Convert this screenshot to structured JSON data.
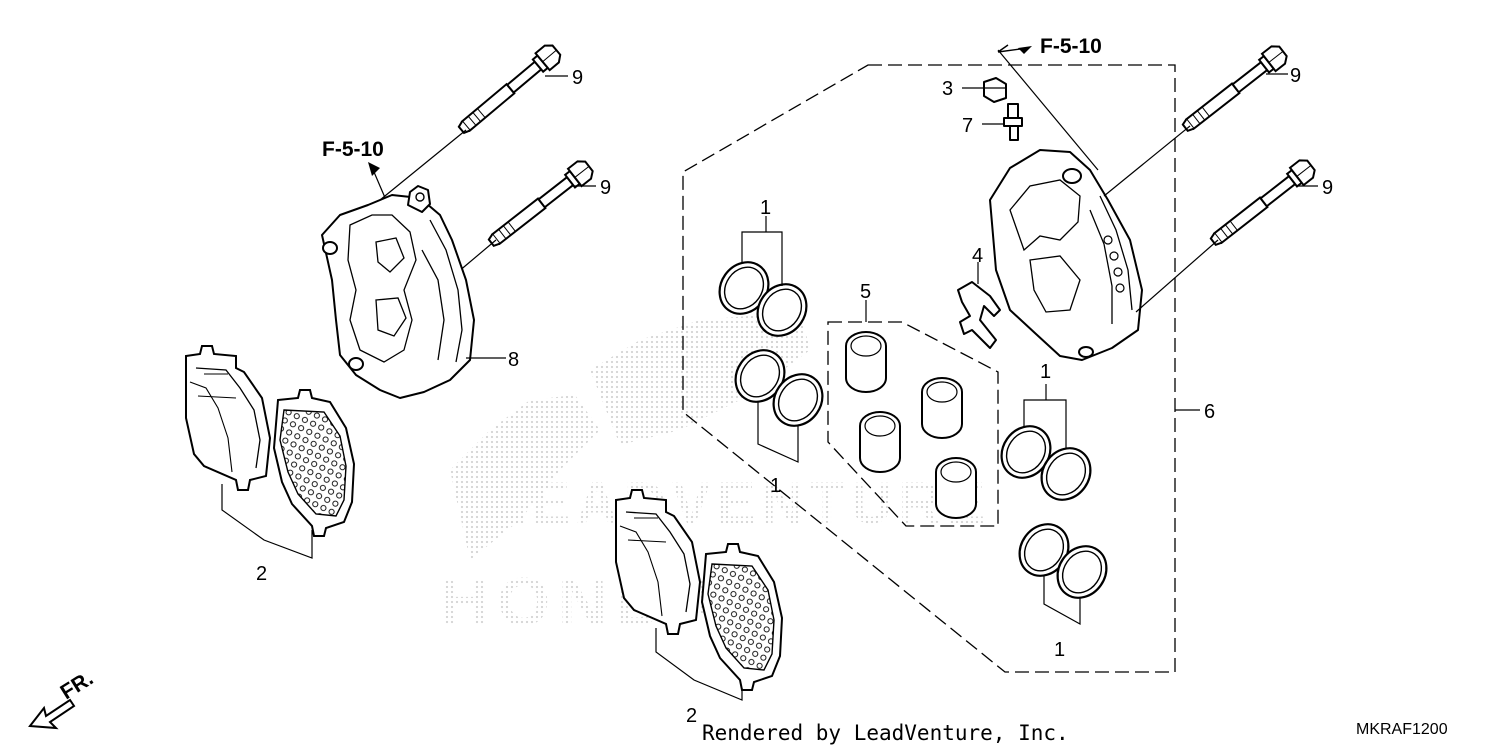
{
  "watermark": {
    "brand": "LEADVENTURE",
    "make": "HONDA"
  },
  "refs": {
    "left_ref": "F-5-10",
    "top_ref": "F-5-10"
  },
  "part_labels": {
    "l9a": "9",
    "l9b": "9",
    "r9a": "9",
    "r9b": "9",
    "l8": "8",
    "l2a": "2",
    "l2b": "2",
    "l1a": "1",
    "l1b": "1",
    "l1c": "1",
    "l1d": "1",
    "l3": "3",
    "l4": "4",
    "l5": "5",
    "l6": "6",
    "l7": "7"
  },
  "direction": "FR.",
  "footer": {
    "rendered_by": "Rendered by LeadVenture, Inc.",
    "diagram_code": "MKRAF1200"
  }
}
